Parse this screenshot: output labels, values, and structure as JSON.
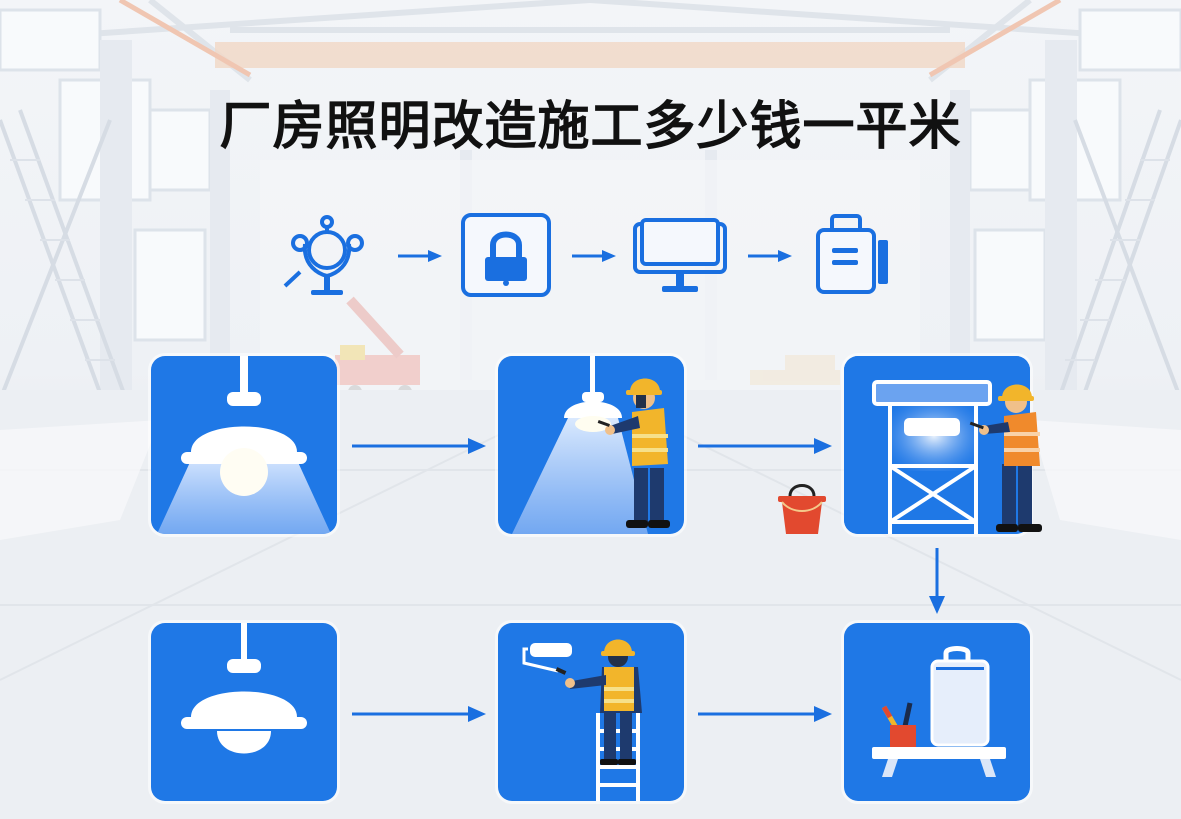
{
  "title": "厂房照明改造施工多少钱一平米",
  "colors": {
    "accent_blue": "#1f78e6",
    "icon_blue": "#1a6fe0",
    "title_text": "#111111",
    "vest_yellow": "#f2b52b",
    "vest_orange": "#f08a2c",
    "worker_navy": "#1e3a6e",
    "bucket_red": "#e2492f",
    "background": "#eef1f5"
  },
  "top_icons": [
    {
      "name": "network-globe-icon",
      "label": ""
    },
    {
      "name": "lock-box-icon",
      "label": ""
    },
    {
      "name": "monitor-icon",
      "label": ""
    },
    {
      "name": "clipboard-icon",
      "label": ""
    }
  ],
  "flow": {
    "row1": [
      {
        "step": 1,
        "name": "pendant-lamp-lit",
        "description": "Pendant lamp with light cone"
      },
      {
        "step": 2,
        "name": "worker-inspecting-lamp",
        "description": "Worker in yellow vest inspecting lit lamp"
      },
      {
        "step": 3,
        "name": "worker-scaffold-panel-light",
        "description": "Worker in orange vest installing panel light on scaffold"
      }
    ],
    "row2": [
      {
        "step": 4,
        "name": "pendant-lamp",
        "description": "Pendant lamp"
      },
      {
        "step": 5,
        "name": "worker-painting-on-ladder",
        "description": "Worker on ladder with paint roller"
      },
      {
        "step": 6,
        "name": "shelf-with-tools",
        "description": "Shelf with cup of brushes and container"
      }
    ],
    "decorations": [
      "paint-bucket"
    ]
  }
}
